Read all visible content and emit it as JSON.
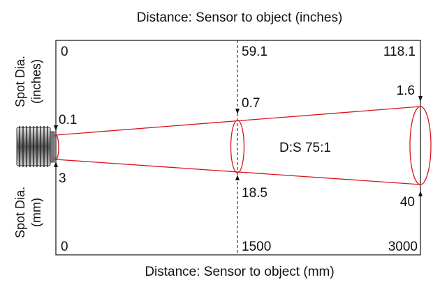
{
  "title_top": "Distance: Sensor to object (inches)",
  "title_bottom": "Distance: Sensor to object (mm)",
  "side_label_inches": [
    "Spot Dia.",
    "(inches)"
  ],
  "side_label_mm": [
    "Spot Dia.",
    "(mm)"
  ],
  "distance_inches": [
    "0",
    "59.1",
    "118.1"
  ],
  "distance_mm": [
    "0",
    "1500",
    "3000"
  ],
  "spot_inches": [
    "0.1",
    "0.7",
    "1.6"
  ],
  "spot_mm": [
    "3",
    "18.5",
    "40"
  ],
  "ratio_label": "D:S 75:1",
  "beam_color": "#d8141c",
  "line_color": "#111111"
}
